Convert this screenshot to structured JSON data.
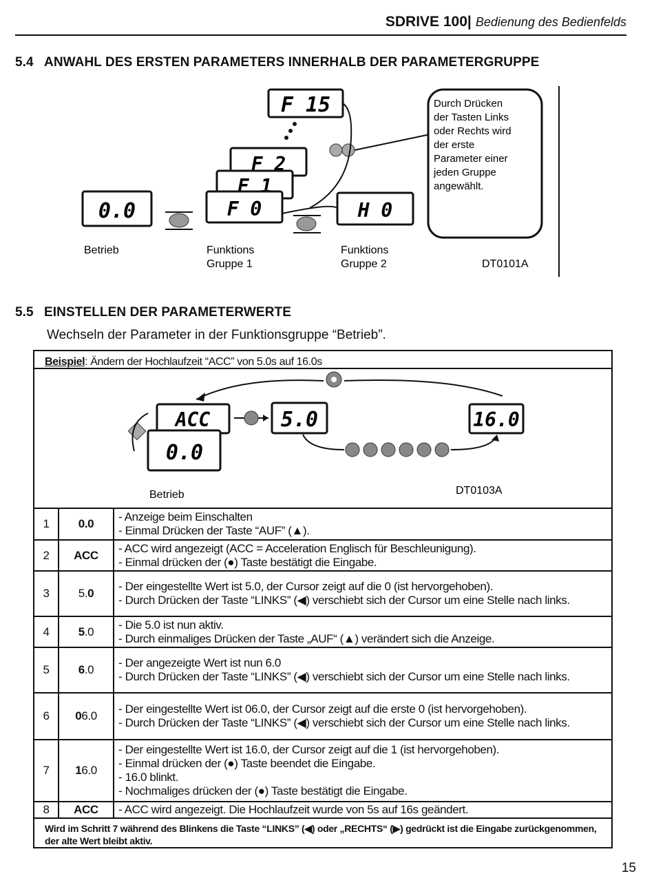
{
  "header": {
    "brand": "SDRIVE 100",
    "separator": "|",
    "subtitle": "Bedienung des Bedienfelds"
  },
  "sections": {
    "s54": {
      "number": "5.4",
      "title": "ANWAHL DES ERSTEN PARAMETERS INNERHALB DER PARAMETERGRUPPE"
    },
    "s55": {
      "number": "5.5",
      "title": "EINSTELLEN DER PARAMETERWERTE"
    }
  },
  "lead_text": "Wechseln der Parameter in der Funktionsgruppe “Betrieb”.",
  "figure1": {
    "displays": {
      "betrieb": "0.0",
      "f15": "F 15",
      "f2": "F 2",
      "f1": "F 1",
      "f0": "F 0",
      "h0": "H 0"
    },
    "labels": {
      "betrieb": "Betrieb",
      "gruppe1_a": "Funktions",
      "gruppe1_b": "Gruppe 1",
      "gruppe2_a": "Funktions",
      "gruppe2_b": "Gruppe 2"
    },
    "callout": [
      "Durch Drücken",
      "der Tasten Links",
      "oder Rechts wird",
      "der erste",
      "Parameter einer",
      "jeden Gruppe",
      "angewählt."
    ],
    "code": "DT0101A"
  },
  "example": {
    "label": "Beispiel",
    "text": ": Ändern der Hochlaufzeit “ACC” von 5.0s auf 16.0s"
  },
  "figure2": {
    "displays": {
      "acc": "ACC",
      "zero": "0.0",
      "five": "5.0",
      "sixteen": "16.0"
    },
    "label": "Betrieb",
    "code": "DT0103A"
  },
  "steps": [
    {
      "n": "1",
      "value_pre": "",
      "value_bold": "0.0",
      "value_post": "",
      "lines": [
        "- Anzeige beim Einschalten",
        "- Einmal Drücken der Taste “AUF” (▲)."
      ]
    },
    {
      "n": "2",
      "value_pre": "",
      "value_bold": "ACC",
      "value_post": "",
      "lines": [
        "- ACC wird angezeigt (ACC = Acceleration Englisch für Beschleunigung).",
        "- Einmal drücken der (●) Taste bestätigt die Eingabe."
      ]
    },
    {
      "n": "3",
      "value_pre": "5.",
      "value_bold": "0",
      "value_post": "",
      "lines": [
        "- Der eingestellte Wert ist 5.0, der Cursor zeigt auf die 0 (ist hervorgehoben).",
        "- Durch Drücken der Taste “LINKS” (◀) verschiebt sich der Cursor um eine Stelle nach links."
      ]
    },
    {
      "n": "4",
      "value_pre": "",
      "value_bold": "5",
      "value_post": ".0",
      "lines": [
        "- Die 5.0 ist nun aktiv.",
        "- Durch einmaliges Drücken der Taste „AUF“ (▲) verändert sich die Anzeige."
      ]
    },
    {
      "n": "5",
      "value_pre": "",
      "value_bold": "6",
      "value_post": ".0",
      "lines": [
        "- Der angezeigte Wert ist nun 6.0",
        "- Durch Drücken der Taste “LINKS” (◀) verschiebt sich der Cursor um eine Stelle nach links."
      ]
    },
    {
      "n": "6",
      "value_pre": "",
      "value_bold": "0",
      "value_post": "6.0",
      "lines": [
        "- Der eingestellte Wert ist 06.0, der Cursor zeigt auf die erste 0 (ist hervorgehoben).",
        "- Durch Drücken der Taste “LINKS” (◀) verschiebt sich der Cursor um eine Stelle nach links."
      ]
    },
    {
      "n": "7",
      "value_pre": "",
      "value_bold": "1",
      "value_post": "6.0",
      "lines": [
        "- Der eingestellte Wert ist 16.0, der Cursor zeigt auf die 1 (ist hervorgehoben).",
        "- Einmal drücken der (●) Taste beendet die Eingabe.",
        "- 16.0 blinkt.",
        "- Nochmaliges drücken der (●) Taste bestätigt die Eingabe."
      ]
    },
    {
      "n": "8",
      "value_pre": "",
      "value_bold": "ACC",
      "value_post": "",
      "lines": [
        "- ACC wird angezeigt. Die Hochlaufzeit wurde von 5s auf 16s geändert."
      ]
    }
  ],
  "footnote": "Wird im Schritt 7 während des Blinkens die Taste “LINKS” (◀) oder „RECHTS“ (▶) gedrückt ist die Eingabe zurückgenommen, der alte Wert bleibt aktiv.",
  "page_number": "15"
}
